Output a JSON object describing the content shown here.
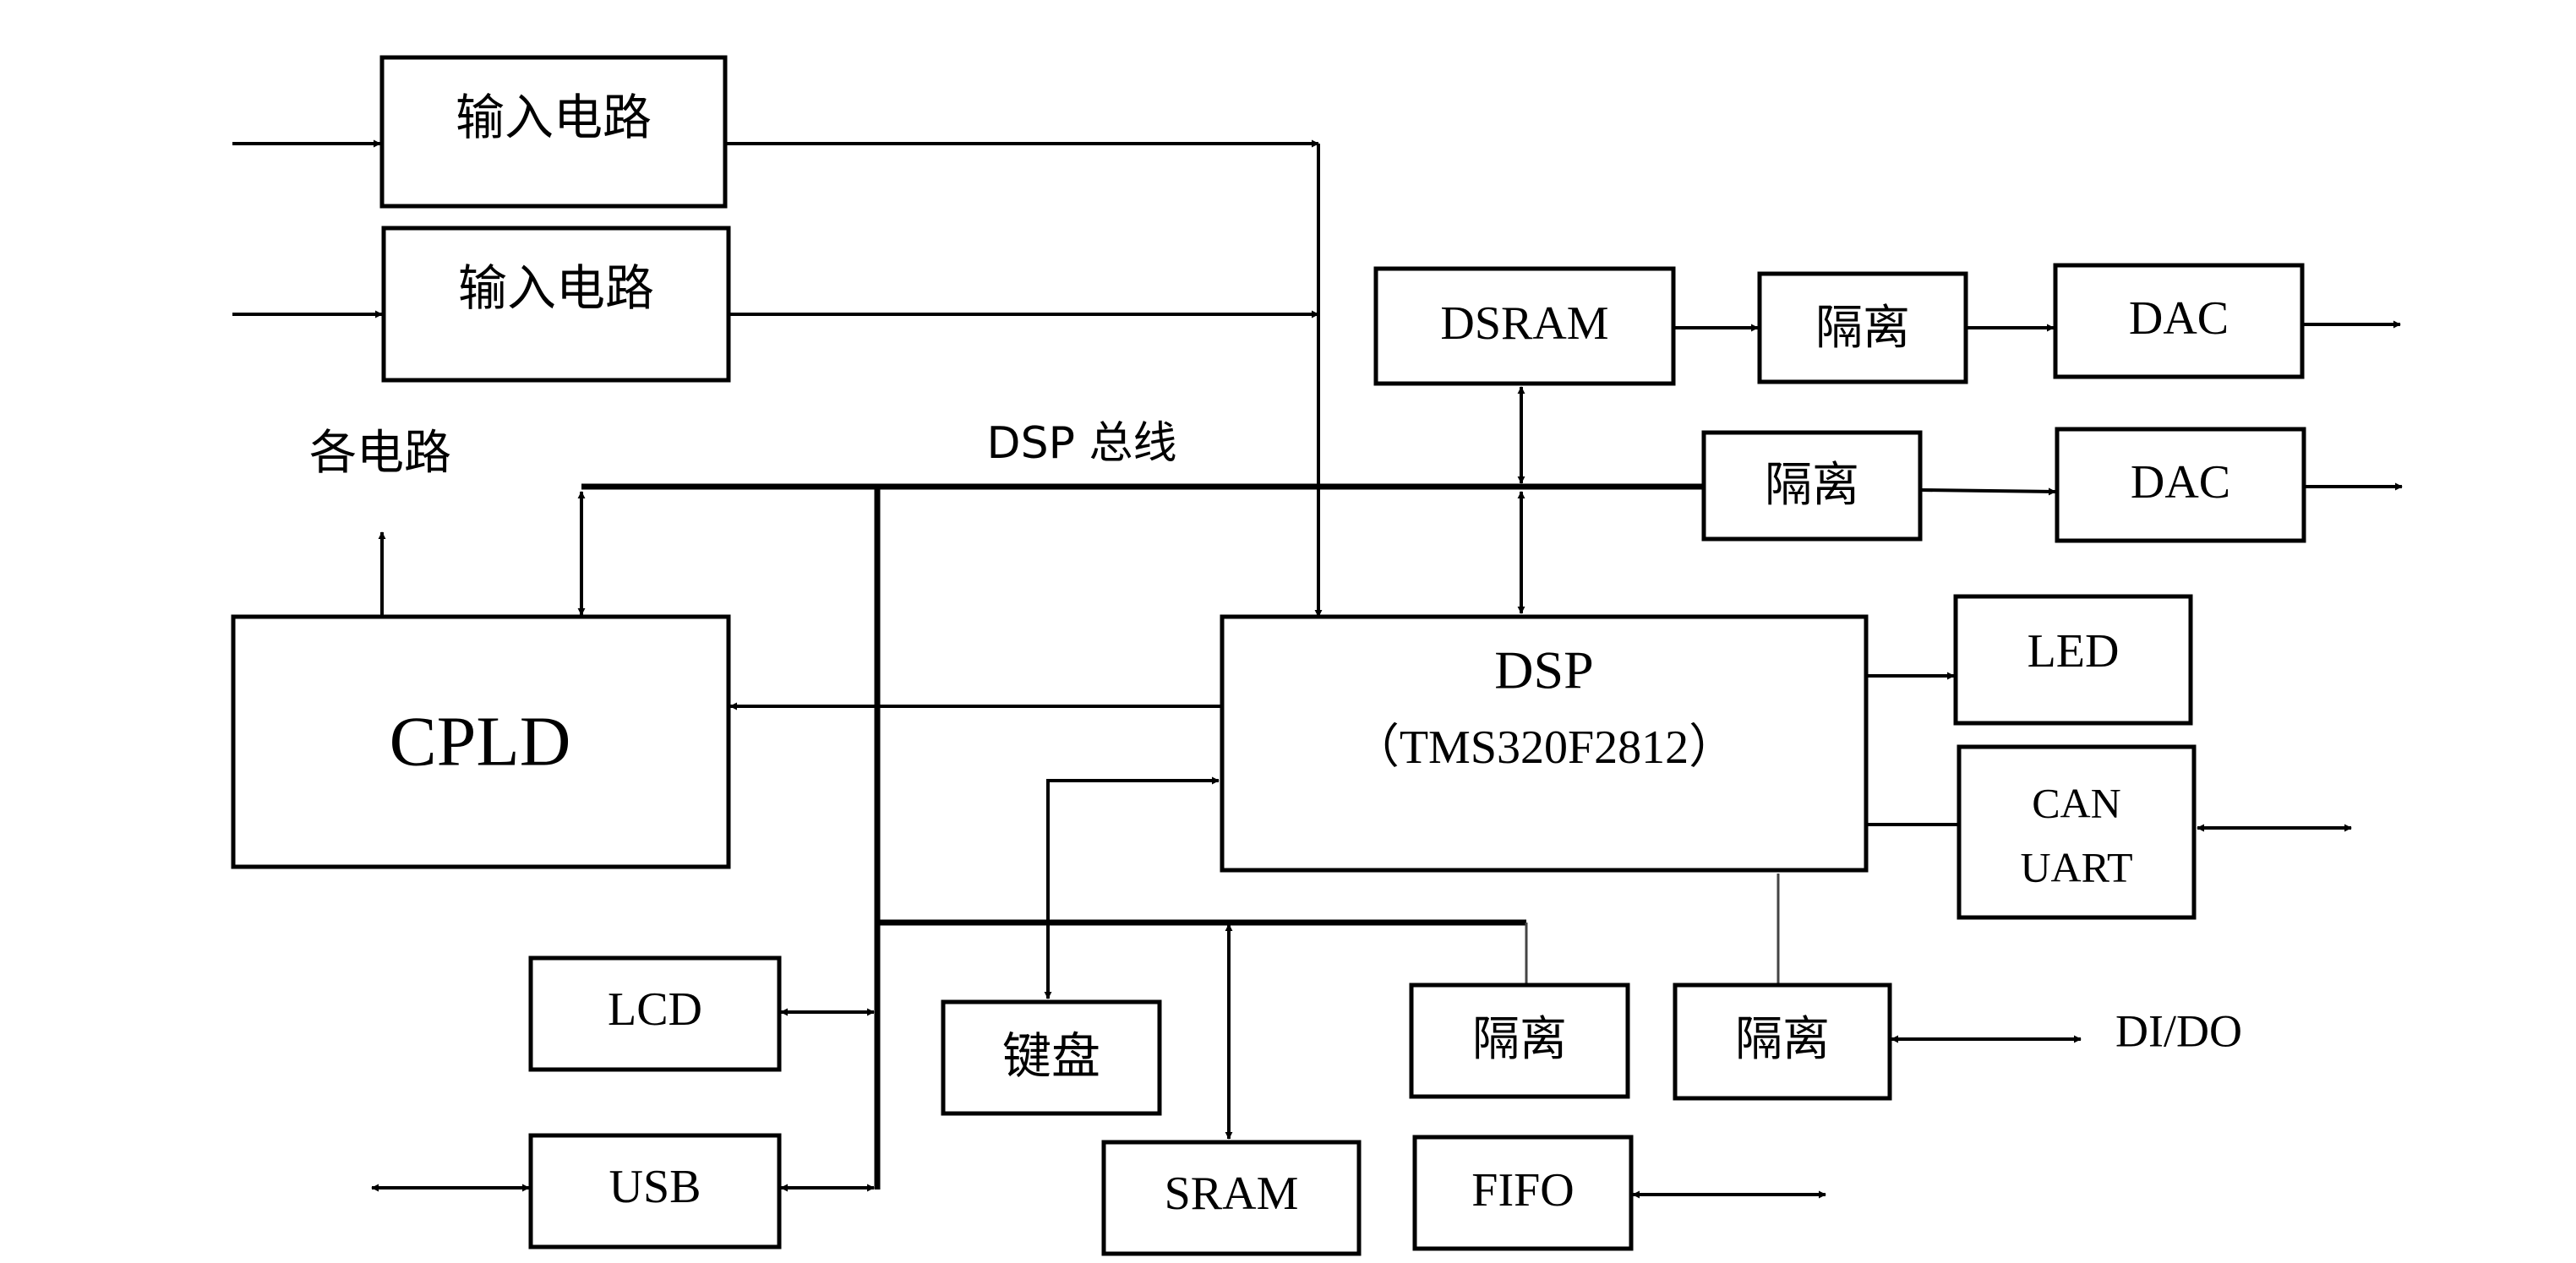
{
  "blocks": {
    "input1": "输入电路",
    "input2": "输入电路",
    "dsram": "DSRAM",
    "iso_dac1": "隔离",
    "dac1": "DAC",
    "iso_dac2": "隔离",
    "dac2": "DAC",
    "cpld": "CPLD",
    "dsp_line1": "DSP",
    "dsp_line2": "（TMS320F2812）",
    "led": "LED",
    "can": "CAN",
    "uart": "UART",
    "lcd": "LCD",
    "usb": "USB",
    "keyboard": "键盘",
    "sram": "SRAM",
    "iso_fifo": "隔离",
    "fifo": "FIFO",
    "iso_dido": "隔离"
  },
  "labels": {
    "dsp_bus": "DSP 总线",
    "circuits": "各电路",
    "dido": "DI/DO"
  }
}
